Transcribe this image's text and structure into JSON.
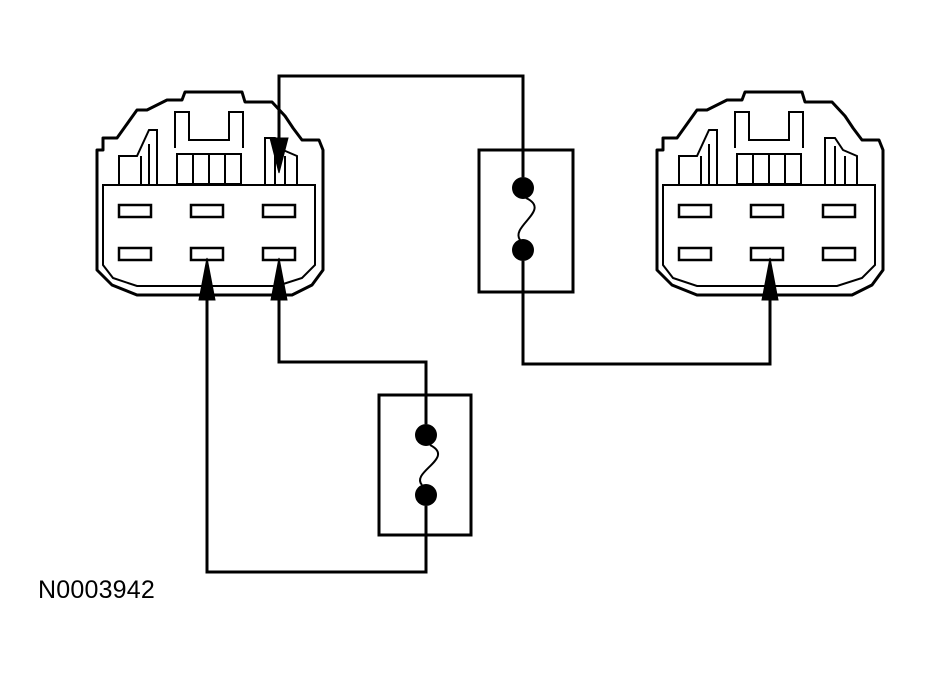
{
  "figure": {
    "reference_id": "N0003942"
  },
  "components": {
    "connectors": [
      {
        "name": "connector-left",
        "pins": 6
      },
      {
        "name": "connector-right",
        "pins": 6
      }
    ],
    "jumpers": [
      {
        "name": "jumper-upper"
      },
      {
        "name": "jumper-lower"
      }
    ]
  },
  "colors": {
    "line": "#000000",
    "background": "#ffffff"
  }
}
